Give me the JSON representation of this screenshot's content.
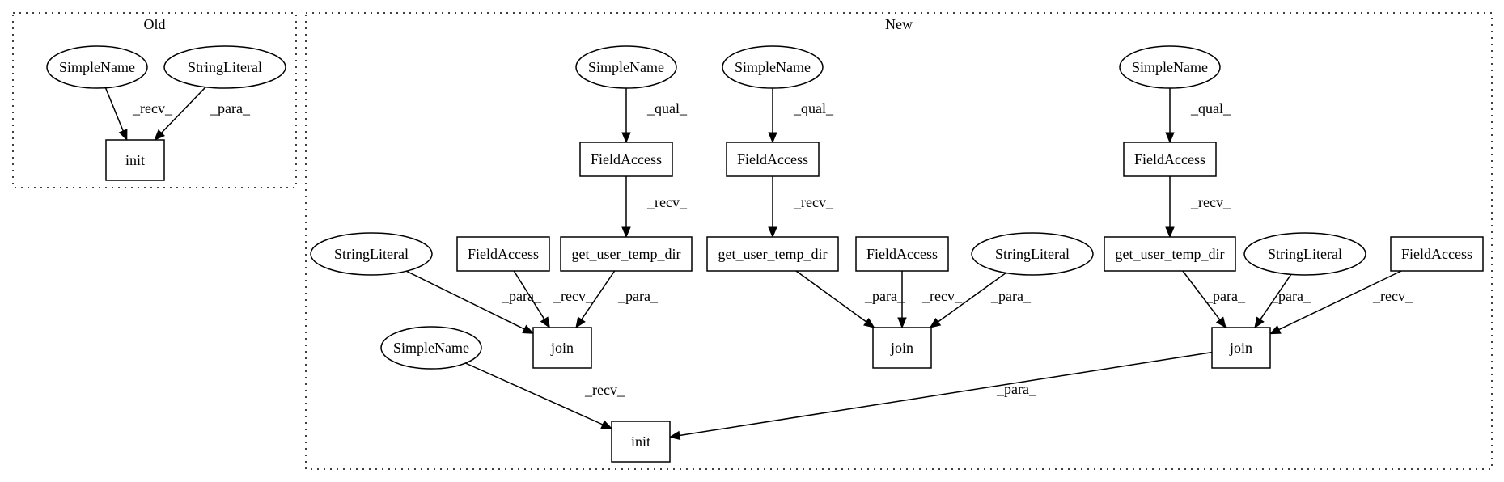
{
  "clusters": [
    {
      "id": "old",
      "label": "Old"
    },
    {
      "id": "new",
      "label": "New"
    }
  ],
  "nodes": [
    {
      "id": "o_sn",
      "label": "SimpleName",
      "shape": "ellipse",
      "cluster": "old"
    },
    {
      "id": "o_sl",
      "label": "StringLiteral",
      "shape": "ellipse",
      "cluster": "old"
    },
    {
      "id": "o_init",
      "label": "init",
      "shape": "box",
      "cluster": "old"
    },
    {
      "id": "sn1",
      "label": "SimpleName",
      "shape": "ellipse",
      "cluster": "new"
    },
    {
      "id": "sn2",
      "label": "SimpleName",
      "shape": "ellipse",
      "cluster": "new"
    },
    {
      "id": "sn3",
      "label": "SimpleName",
      "shape": "ellipse",
      "cluster": "new"
    },
    {
      "id": "fa1",
      "label": "FieldAccess",
      "shape": "box",
      "cluster": "new"
    },
    {
      "id": "fa2",
      "label": "FieldAccess",
      "shape": "box",
      "cluster": "new"
    },
    {
      "id": "fa3",
      "label": "FieldAccess",
      "shape": "box",
      "cluster": "new"
    },
    {
      "id": "gt1",
      "label": "get_user_temp_dir",
      "shape": "box",
      "cluster": "new"
    },
    {
      "id": "gt2",
      "label": "get_user_temp_dir",
      "shape": "box",
      "cluster": "new"
    },
    {
      "id": "gt3",
      "label": "get_user_temp_dir",
      "shape": "box",
      "cluster": "new"
    },
    {
      "id": "sl1",
      "label": "StringLiteral",
      "shape": "ellipse",
      "cluster": "new"
    },
    {
      "id": "fa4",
      "label": "FieldAccess",
      "shape": "box",
      "cluster": "new"
    },
    {
      "id": "fa5",
      "label": "FieldAccess",
      "shape": "box",
      "cluster": "new"
    },
    {
      "id": "sl2",
      "label": "StringLiteral",
      "shape": "ellipse",
      "cluster": "new"
    },
    {
      "id": "sl3",
      "label": "StringLiteral",
      "shape": "ellipse",
      "cluster": "new"
    },
    {
      "id": "fa6",
      "label": "FieldAccess",
      "shape": "box",
      "cluster": "new"
    },
    {
      "id": "j1",
      "label": "join",
      "shape": "box",
      "cluster": "new"
    },
    {
      "id": "j2",
      "label": "join",
      "shape": "box",
      "cluster": "new"
    },
    {
      "id": "j3",
      "label": "join",
      "shape": "box",
      "cluster": "new"
    },
    {
      "id": "sn4",
      "label": "SimpleName",
      "shape": "ellipse",
      "cluster": "new"
    },
    {
      "id": "n_init",
      "label": "init",
      "shape": "box",
      "cluster": "new"
    }
  ],
  "edges": [
    {
      "from": "o_sn",
      "to": "o_init",
      "label": "_recv_"
    },
    {
      "from": "o_sl",
      "to": "o_init",
      "label": "_para_"
    },
    {
      "from": "sn1",
      "to": "fa1",
      "label": "_qual_"
    },
    {
      "from": "sn2",
      "to": "fa2",
      "label": "_qual_"
    },
    {
      "from": "sn3",
      "to": "fa3",
      "label": "_qual_"
    },
    {
      "from": "fa1",
      "to": "gt1",
      "label": "_recv_"
    },
    {
      "from": "fa2",
      "to": "gt2",
      "label": "_recv_"
    },
    {
      "from": "fa3",
      "to": "gt3",
      "label": "_recv_"
    },
    {
      "from": "sl1",
      "to": "j1",
      "label": "_para_"
    },
    {
      "from": "fa4",
      "to": "j1",
      "label": "_recv_"
    },
    {
      "from": "gt1",
      "to": "j1",
      "label": "_para_"
    },
    {
      "from": "gt2",
      "to": "j2",
      "label": "_para_"
    },
    {
      "from": "fa5",
      "to": "j2",
      "label": "_recv_"
    },
    {
      "from": "sl2",
      "to": "j2",
      "label": "_para_"
    },
    {
      "from": "gt3",
      "to": "j3",
      "label": "_para_"
    },
    {
      "from": "sl3",
      "to": "j3",
      "label": "_para_"
    },
    {
      "from": "fa6",
      "to": "j3",
      "label": "_recv_"
    },
    {
      "from": "sn4",
      "to": "n_init",
      "label": "_recv_"
    },
    {
      "from": "j3",
      "to": "n_init",
      "label": "_para_"
    }
  ]
}
